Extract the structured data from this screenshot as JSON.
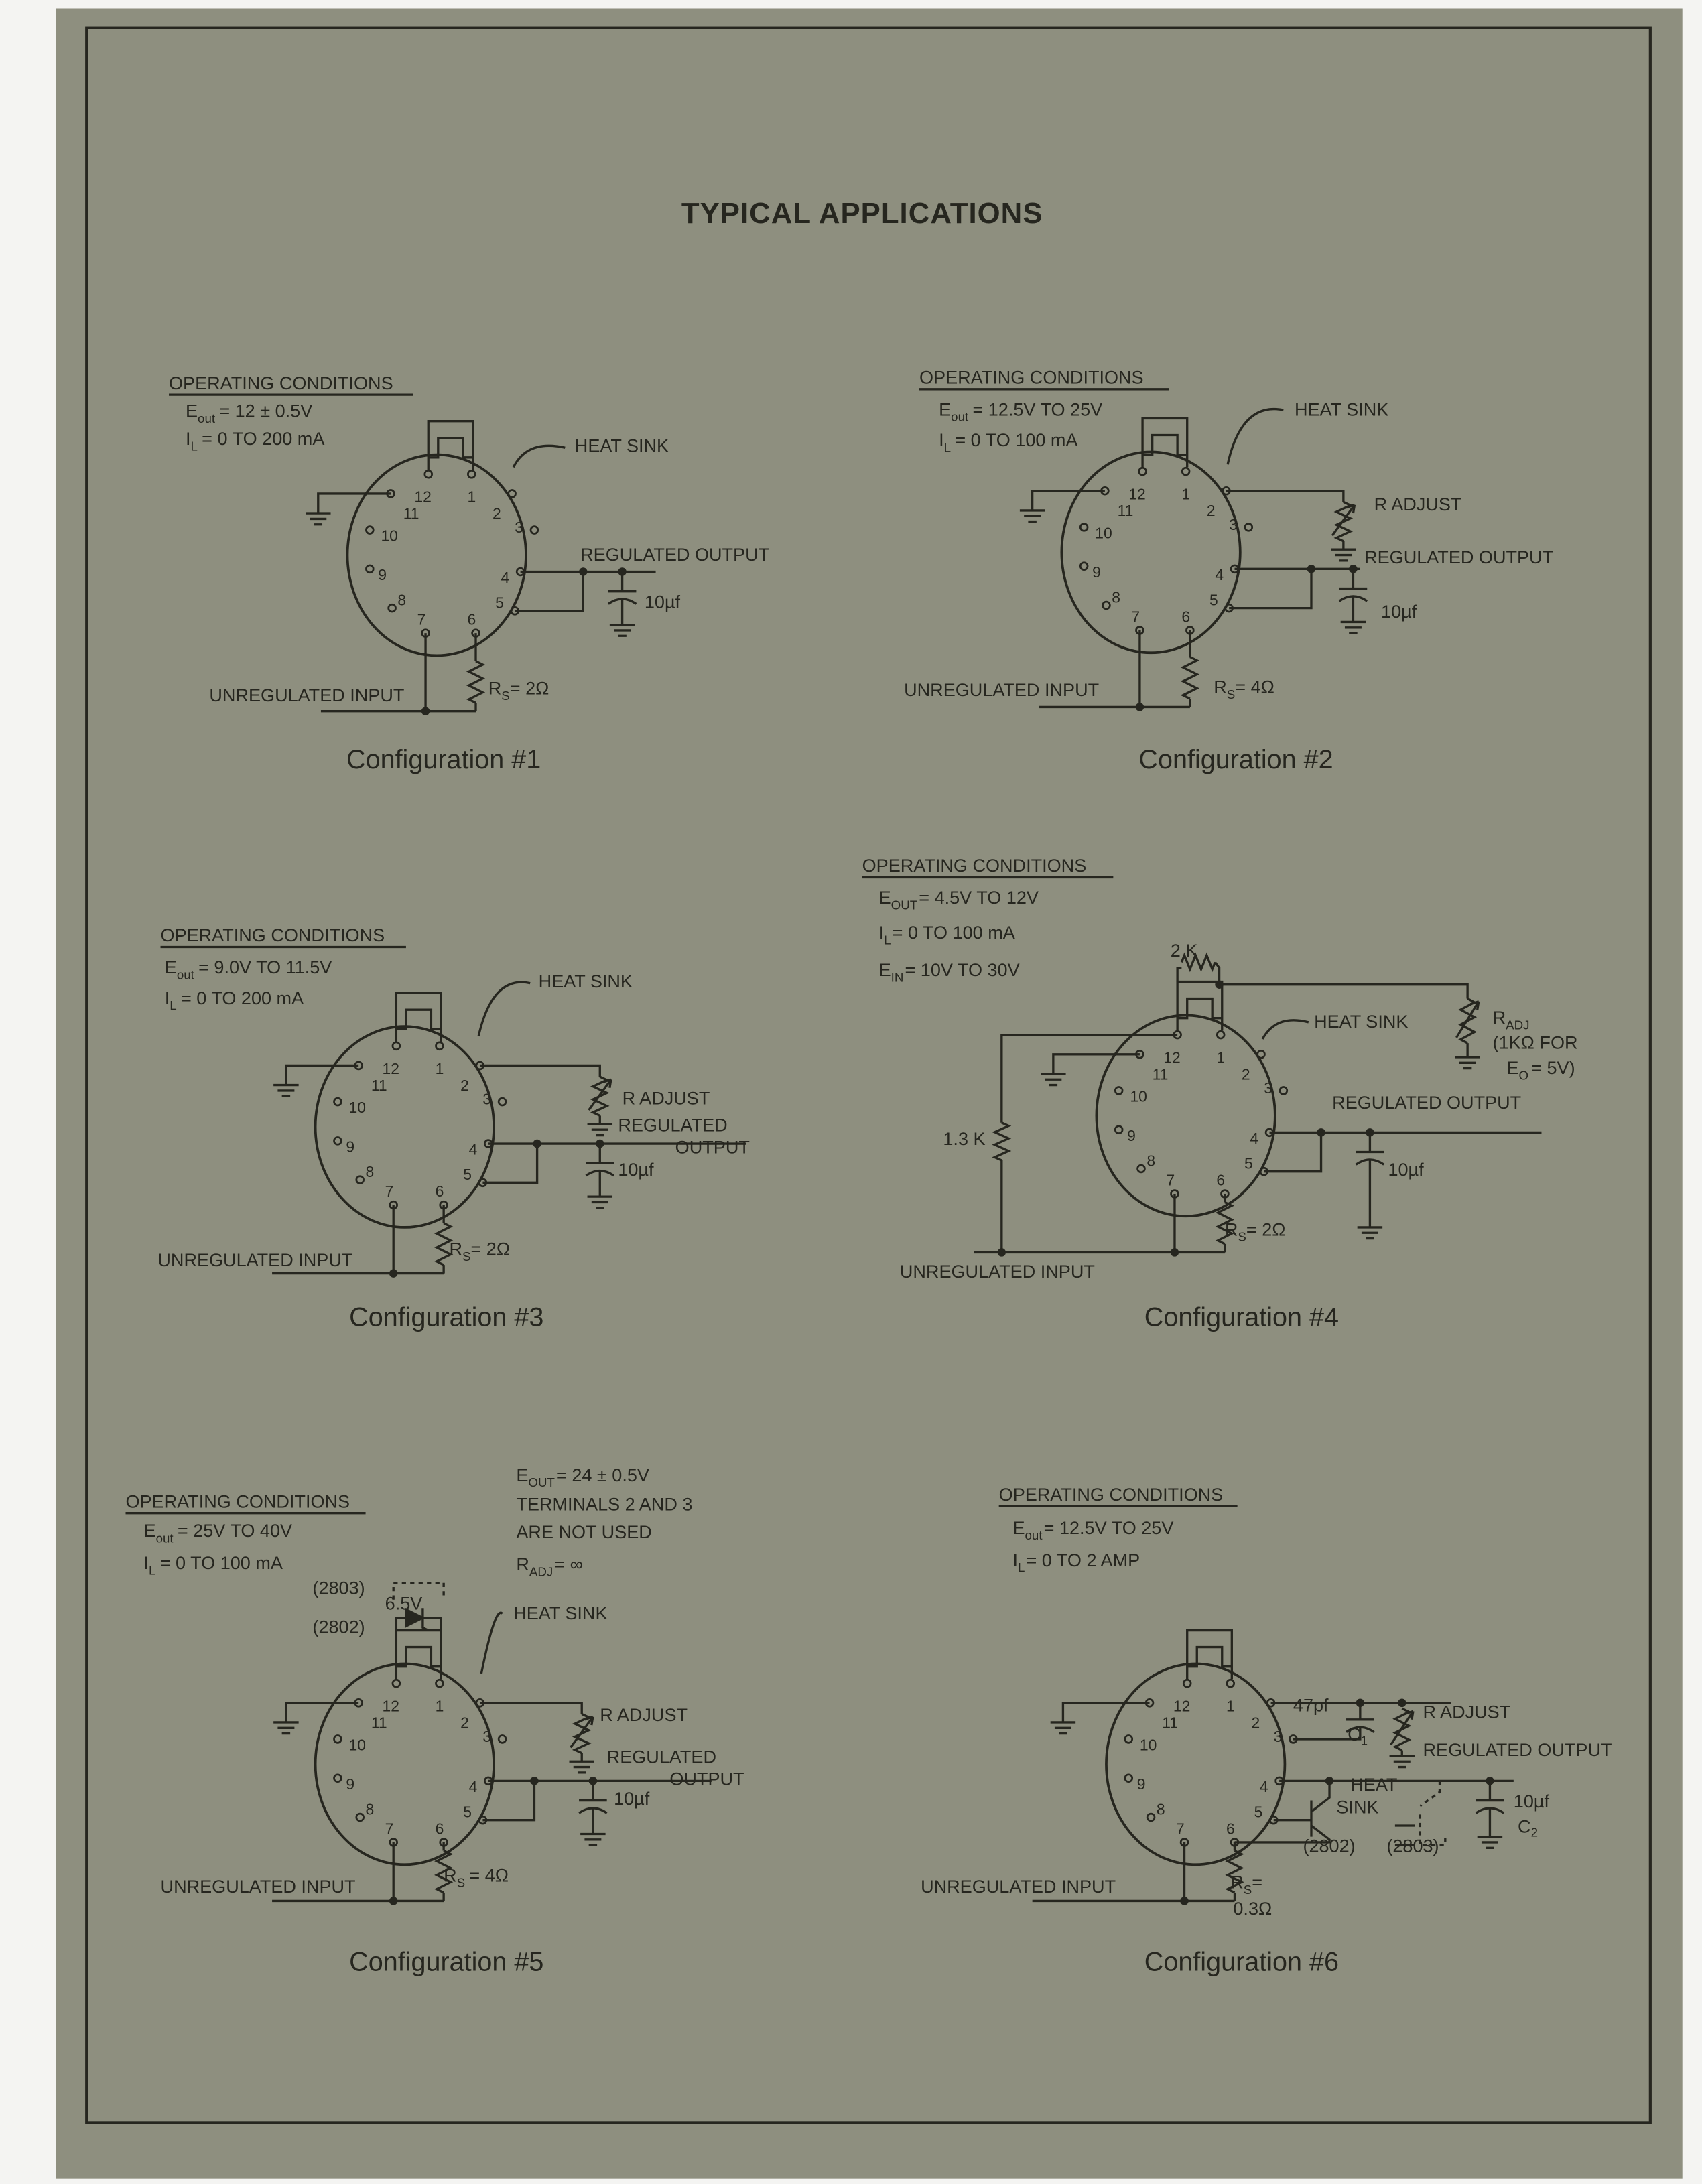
{
  "title": "TYPICAL APPLICATIONS",
  "pin_labels": [
    "1",
    "2",
    "3",
    "4",
    "5",
    "6",
    "7",
    "8",
    "9",
    "10",
    "11",
    "12"
  ],
  "colors": {
    "paper": "#8e8f7f",
    "ink": "#26261f",
    "margin": "#f4f4f2"
  },
  "common": {
    "heading": "OPERATING CONDITIONS",
    "heat_sink": "HEAT SINK",
    "regulated_output": "REGULATED OUTPUT",
    "regulated": "REGULATED",
    "output": "OUTPUT",
    "unregulated_input": "UNREGULATED INPUT",
    "r_adjust": "R ADJUST",
    "cap_10uf": "10µf"
  },
  "configs": [
    {
      "caption": "Configuration #1",
      "conditions": [
        {
          "sym": "E",
          "sub": "out",
          "val": "= 12 ± 0.5V"
        },
        {
          "sym": "I",
          "sub": "L",
          "val": "=  0 TO 200 mA"
        }
      ],
      "rs": {
        "sym": "R",
        "sub": "S",
        "val": "= 2Ω"
      }
    },
    {
      "caption": "Configuration #2",
      "conditions": [
        {
          "sym": "E",
          "sub": "out",
          "val": "= 12.5V  TO 25V"
        },
        {
          "sym": "I",
          "sub": "L",
          "val": "= 0  TO 100  mA"
        }
      ],
      "rs": {
        "sym": "R",
        "sub": "S",
        "val": "= 4Ω"
      }
    },
    {
      "caption": "Configuration #3",
      "conditions": [
        {
          "sym": "E",
          "sub": "out",
          "val": "= 9.0V  TO 11.5V"
        },
        {
          "sym": "I",
          "sub": "L",
          "val": "=  0  TO  200  mA"
        }
      ],
      "rs": {
        "sym": "R",
        "sub": "S",
        "val": "= 2Ω"
      }
    },
    {
      "caption": "Configuration #4",
      "conditions": [
        {
          "sym": "E",
          "sub": "OUT",
          "val": "= 4.5V TO 12V"
        },
        {
          "sym": "I",
          "sub": "L",
          "val": "= 0   TO 100 mA"
        },
        {
          "sym": "E",
          "sub": "IN",
          "val": "= 10V  TO  30V"
        }
      ],
      "rs": {
        "sym": "R",
        "sub": "S",
        "val": "= 2Ω"
      },
      "r_2k": "2 K",
      "r_1k3": "1.3 K",
      "radj": {
        "sym": "R",
        "sub": "ADJ",
        "note1": "(1KΩ  FOR",
        "note2_sym": "E",
        "note2_sub": "O",
        "note2_val": "= 5V)"
      }
    },
    {
      "caption": "Configuration #5",
      "conditions": [
        {
          "sym": "E",
          "sub": "out",
          "val": "= 25V  TO  40V"
        },
        {
          "sym": "I",
          "sub": "L",
          "val": "=  0  TO  100  mA"
        }
      ],
      "notes": [
        {
          "sym": "E",
          "sub": "OUT",
          "val": "= 24 ± 0.5V"
        },
        {
          "text": "TERMINALS  2  AND  3"
        },
        {
          "text": "ARE  NOT  USED"
        },
        {
          "sym": "R",
          "sub": "ADJ",
          "val": "= ∞"
        }
      ],
      "zener": "6.5V",
      "part_a": "(2803)",
      "part_b": "(2802)",
      "rs": {
        "sym": "R",
        "sub": "S",
        "val": "= 4Ω"
      }
    },
    {
      "caption": "Configuration #6",
      "conditions": [
        {
          "sym": "E",
          "sub": "out",
          "val": "= 12.5V  TO  25V"
        },
        {
          "sym": "I",
          "sub": "L",
          "val": "= 0   TO  2  AMP"
        }
      ],
      "c1_value": "47pf",
      "c1_label": "C",
      "c1_sub": "1",
      "c2_label": "C",
      "c2_sub": "2",
      "heat": "HEAT",
      "sink": "SINK",
      "part_a": "(2802)",
      "part_b": "(2803)",
      "rs": {
        "sym": "R",
        "sub": "S",
        "val": "="
      },
      "rs_value": "0.3Ω"
    }
  ]
}
